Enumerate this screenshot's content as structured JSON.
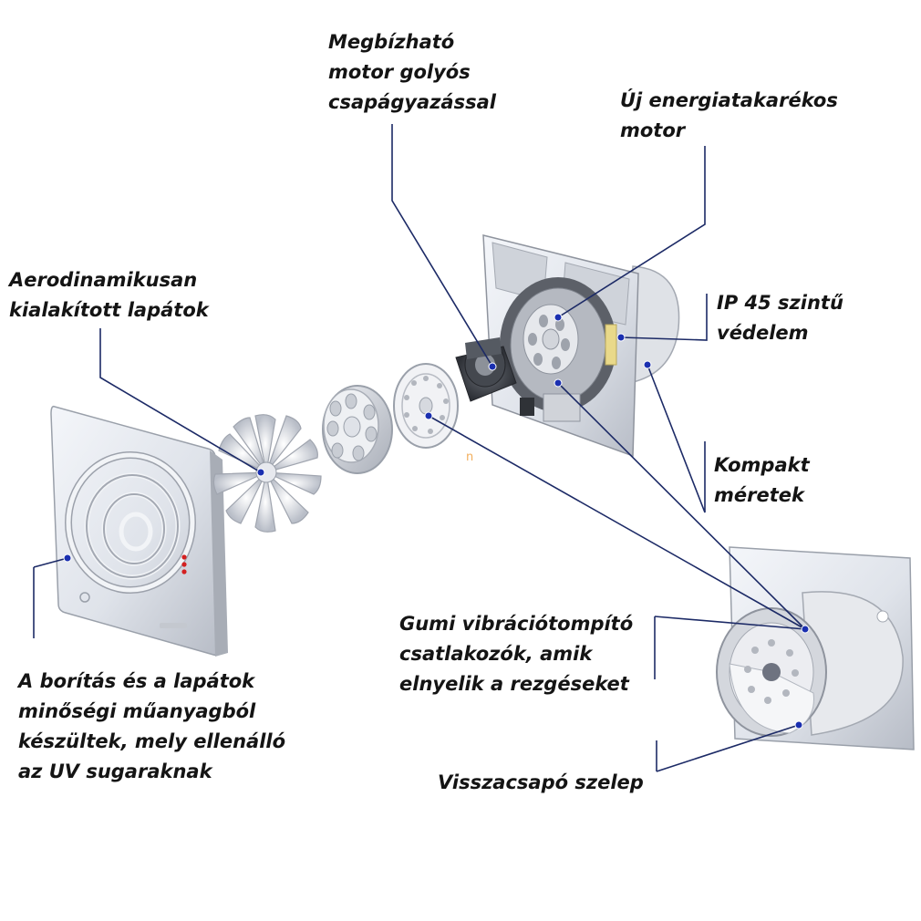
{
  "labels": {
    "motor_bearing": [
      "Megbízható",
      "motor golyós",
      "csapágyazással"
    ],
    "energy_motor": [
      "Új energiatakarékos",
      "motor"
    ],
    "blades": [
      "Aerodinamikusan",
      "kialakított lapátok"
    ],
    "ip45": [
      "IP 45 szintű",
      "védelem"
    ],
    "compact": [
      "Kompakt",
      "méretek"
    ],
    "rubber": [
      "Gumi vibrációtompító",
      "csatlakozók, amik",
      "elnyelik a rezgéseket"
    ],
    "cover": [
      "A borítás és a lapátok",
      "minőségi műanyagból",
      "készültek, mely ellenálló",
      "az UV sugaraknak"
    ],
    "valve": [
      "Visszacsapó szelep"
    ]
  },
  "colors": {
    "leader_line": "#1c2a66",
    "leader_dot": "#1a2fb0",
    "indicator_led": "#d42020",
    "text": "#141414"
  },
  "icons": [
    "fan-front-cover",
    "impeller",
    "motor-mount-ring",
    "rubber-damper-disc",
    "motor-unit",
    "rear-housing",
    "assembled-fan",
    "check-valve"
  ]
}
